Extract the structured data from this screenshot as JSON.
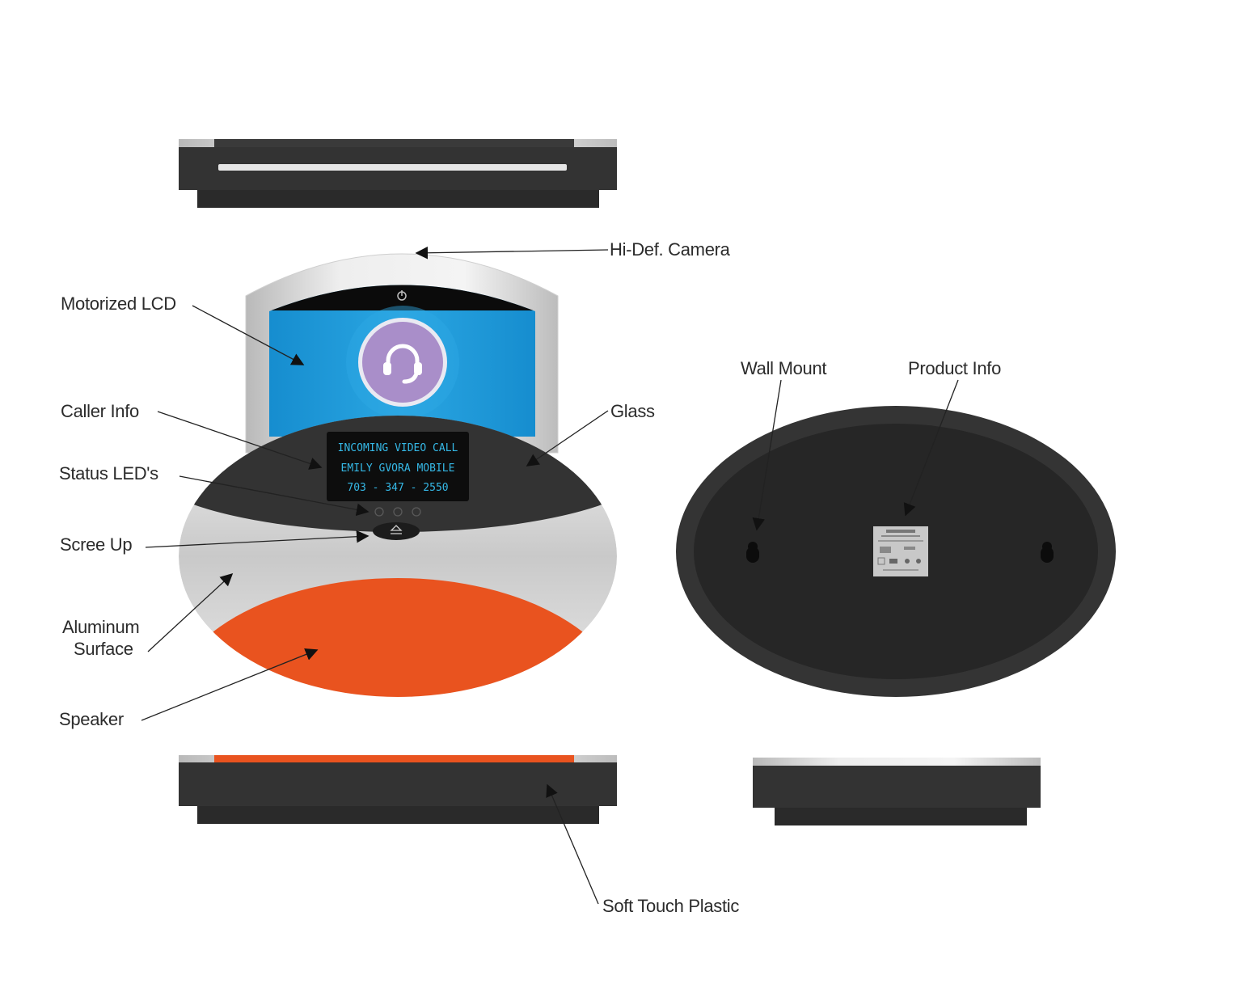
{
  "labels": {
    "hidef_camera": "Hi-Def. Camera",
    "motorized_lcd": "Motorized LCD",
    "caller_info": "Caller Info",
    "glass": "Glass",
    "status_leds": "Status LED's",
    "scree_up": "Scree Up",
    "aluminum_line1": "Aluminum",
    "aluminum_line2": "Surface",
    "speaker": "Speaker",
    "soft_touch": "Soft Touch Plastic",
    "wall_mount": "Wall Mount",
    "product_info": "Product Info"
  },
  "lcd": {
    "line1": "INCOMING VIDEO CALL",
    "line2": "EMILY GVORA MOBILE",
    "line3": "703 - 347 - 2550"
  },
  "colors": {
    "body_dark": "#2e2e2e",
    "speaker_orange": "#e9531f",
    "lcd_blue": "#1a9ad9",
    "avatar_purple": "#a98ec9",
    "lcd_text": "#35b8e6",
    "aluminum": "#d9d9d9"
  },
  "icons": [
    "power-icon",
    "headset-icon",
    "eject-icon",
    "keyhole-icon"
  ]
}
